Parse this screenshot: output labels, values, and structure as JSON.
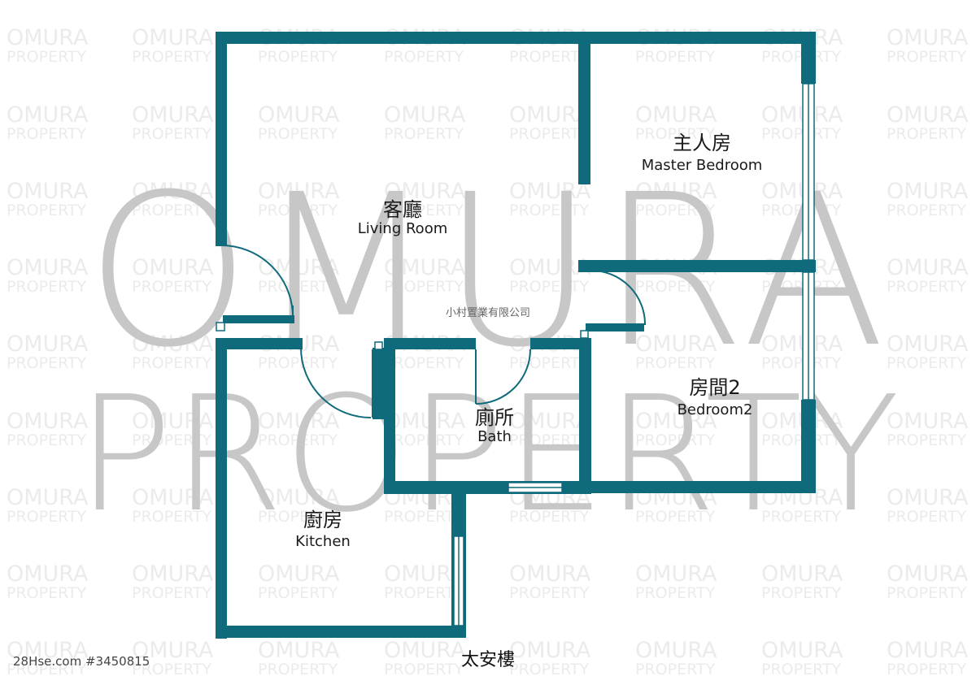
{
  "colors": {
    "wall": "#0f6b7b",
    "window": "#ffffff",
    "watermark_big": "#c7c7c7",
    "watermark_tile": "#ebebeb"
  },
  "watermark": {
    "big_line1": "OMURA",
    "big_line2": "PROPERTY",
    "tile_line1": "OMURA",
    "tile_line2": "PROPERTY"
  },
  "rooms": {
    "living": {
      "cn": "客廳",
      "en": "Living Room"
    },
    "master_bedroom": {
      "cn": "主人房",
      "en": "Master Bedroom"
    },
    "bedroom2": {
      "cn": "房間2",
      "en": "Bedroom2"
    },
    "bath": {
      "cn": "廁所",
      "en": "Bath"
    },
    "kitchen": {
      "cn": "廚房",
      "en": "Kitchen"
    }
  },
  "company_name": "小村置業有限公司",
  "building_name": "太安樓",
  "listing_id": "28Hse.com #3450815"
}
